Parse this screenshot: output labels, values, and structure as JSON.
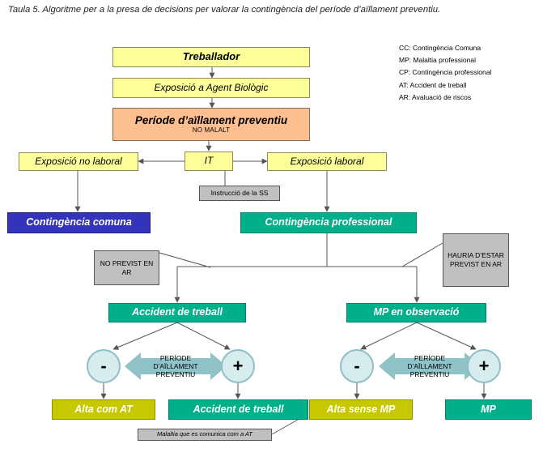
{
  "caption": "Taula 5. Algoritme per a la presa de decisions per valorar la contingència del període d’aïllament preventiu.",
  "legend": [
    "CC: Contingència Comuna",
    "MP: Malaltia professional",
    "CP: Contingència professional",
    "AT: Accident de treball",
    "AR: Avaluació de riscos"
  ],
  "nodes": {
    "treballador": "Treballador",
    "exposicio_agent": "Exposició a Agent Biològic",
    "periode": "Període d’aïllament preventiu",
    "no_malalt": "NO MALALT",
    "exposicio_no_laboral": "Exposició no laboral",
    "it": "IT",
    "exposicio_laboral": "Exposició laboral",
    "instruccio": "Instrucció de la SS",
    "contingencia_comuna": "Contingència comuna",
    "contingencia_professional": "Contingència professional",
    "no_previst": "NO PREVIST EN AR",
    "hauria": "HAURIA D’ESTAR PREVIST EN AR",
    "accident_treball": "Accident de treball",
    "mp_observacio": "MP en observació",
    "minus": "-",
    "plus": "+",
    "periode_aillament": "PERÍODE D’AÏLLAMENT PREVENTIU",
    "alta_at": "Alta com AT",
    "accident_treball_2": "Accident de treball",
    "alta_sense_mp": "Alta sense MP",
    "mp": "MP",
    "malaltia_comunica": "Malaltia que es comunica com a AT"
  },
  "colors": {
    "yellow": "#ffff99",
    "orange": "#fdbf8f",
    "teal": "#00b08a",
    "blue": "#3333bb",
    "olive": "#c8c800",
    "gray": "#c0c0c0",
    "circle": "#d6ecef",
    "arrow": "#8fc3c7"
  }
}
